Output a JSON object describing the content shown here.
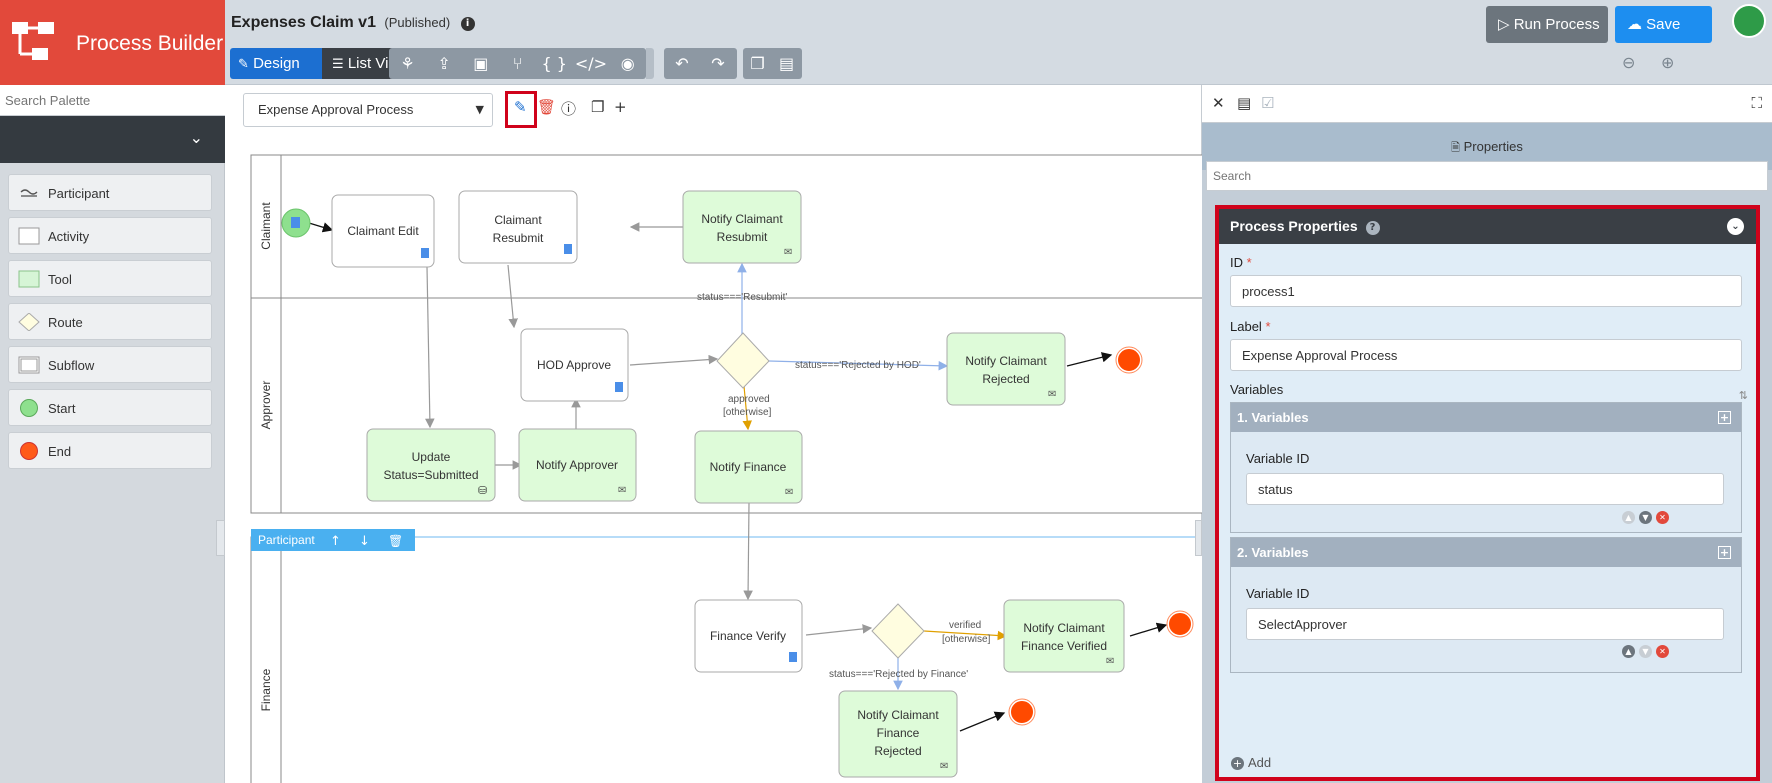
{
  "app": {
    "name": "Process Builder",
    "doc_title": "Expenses Claim v1",
    "doc_status": "(Published)"
  },
  "toolbar": {
    "design_label": "Design",
    "list_view_label": "List View",
    "run_label": "Run Process",
    "save_label": "Save"
  },
  "palette": {
    "search_placeholder": "Search Palette",
    "items": [
      {
        "label": "Participant",
        "icon": "participant-icon"
      },
      {
        "label": "Activity",
        "icon": "activity-icon"
      },
      {
        "label": "Tool",
        "icon": "tool-icon"
      },
      {
        "label": "Route",
        "icon": "route-icon"
      },
      {
        "label": "Subflow",
        "icon": "subflow-icon"
      },
      {
        "label": "Start",
        "icon": "start-icon"
      },
      {
        "label": "End",
        "icon": "end-icon"
      }
    ]
  },
  "canvas": {
    "process_select": "Expense Approval Process",
    "participant_toolbar_label": "Participant",
    "lanes": [
      "Claimant",
      "Approver",
      "Finance"
    ],
    "nodes": {
      "claimant_edit": "Claimant Edit",
      "claimant_resubmit_1": "Claimant",
      "claimant_resubmit_2": "Resubmit",
      "notify_resubmit_1": "Notify Claimant",
      "notify_resubmit_2": "Resubmit",
      "hod_approve": "HOD Approve",
      "notify_rejected_1": "Notify Claimant",
      "notify_rejected_2": "Rejected",
      "update_status_1": "Update",
      "update_status_2": "Status=Submitted",
      "notify_approver": "Notify Approver",
      "notify_finance": "Notify Finance",
      "finance_verify": "Finance Verify",
      "notify_verified_1": "Notify Claimant",
      "notify_verified_2": "Finance Verified",
      "notify_fin_rejected_1": "Notify Claimant",
      "notify_fin_rejected_2": "Finance",
      "notify_fin_rejected_3": "Rejected"
    },
    "conditions": {
      "resubmit": "status==='Resubmit'",
      "rejected_hod": "status==='Rejected by HOD'",
      "approved": "approved",
      "otherwise_1": "[otherwise]",
      "verified": "verified",
      "otherwise_2": "[otherwise]",
      "rejected_finance": "status==='Rejected by Finance'"
    }
  },
  "properties": {
    "title": "Properties",
    "search_placeholder": "Search",
    "section_title": "Process Properties",
    "id_label": "ID",
    "id_value": "process1",
    "label_label": "Label",
    "label_value": "Expense Approval Process",
    "variables_label": "Variables",
    "variables": [
      {
        "header": "1. Variables",
        "field_label": "Variable ID",
        "value": "status"
      },
      {
        "header": "2. Variables",
        "field_label": "Variable ID",
        "value": "SelectApprover"
      }
    ],
    "add_label": "Add"
  },
  "colors": {
    "brand": "#e2493b",
    "primary": "#1c6fd1",
    "highlight": "#d0021b",
    "start": "#8ee08e",
    "end": "#ff4a00"
  }
}
